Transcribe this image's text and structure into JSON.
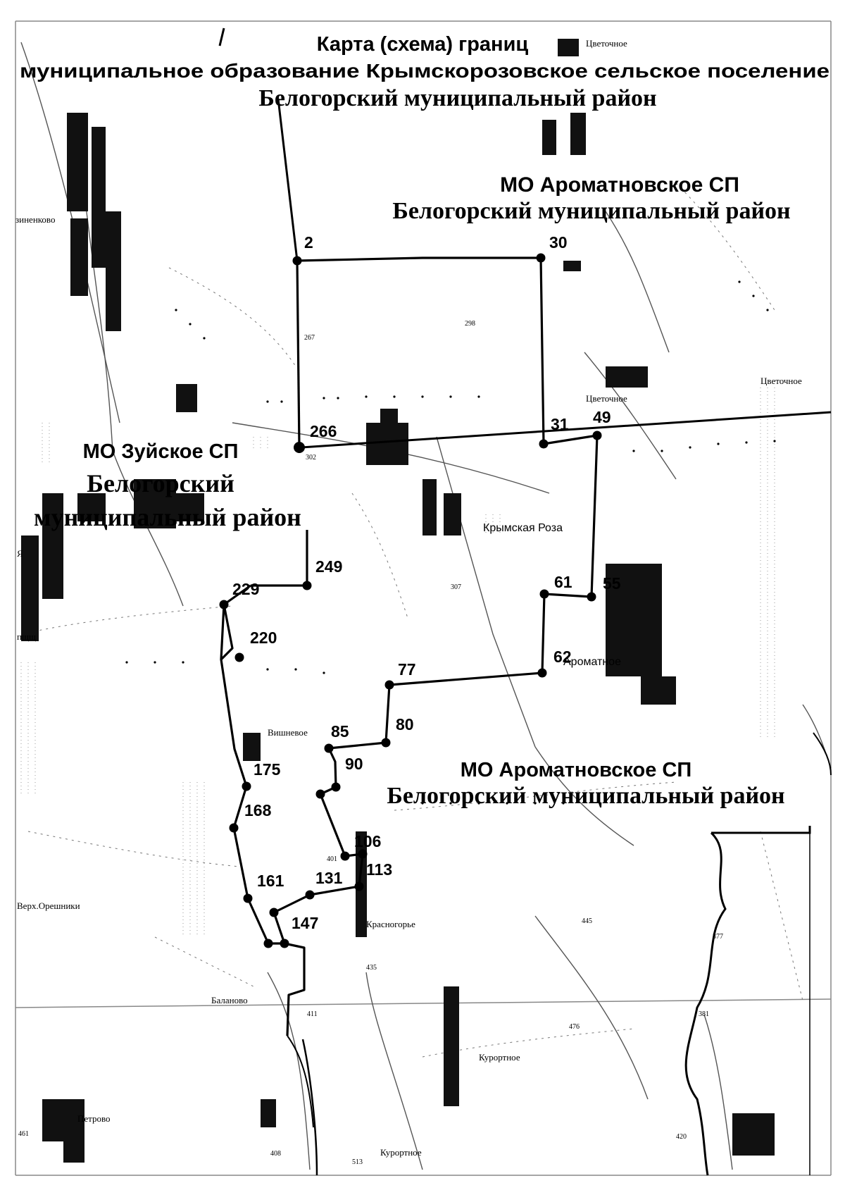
{
  "title": {
    "line1": "Карта (схема) границ",
    "line2": "муниципальное образование  Крымскорозовское сельское поселение",
    "line3": "Белогорский муниципальный район"
  },
  "neighbors": {
    "north_east": {
      "name": "МО Ароматновское СП",
      "district": "Белогорский муниципальный район"
    },
    "west": {
      "name": "МО Зуйское СП",
      "district_line1": "Белогорский",
      "district_line2": "муниципальный район"
    },
    "south_east": {
      "name": "МО Ароматновское СП",
      "district": "Белогорский муниципальный район"
    }
  },
  "boundary_points": [
    "2",
    "30",
    "31",
    "49",
    "55",
    "61",
    "62",
    "77",
    "80",
    "85",
    "90",
    "106",
    "113",
    "131",
    "147",
    "161",
    "168",
    "175",
    "220",
    "229",
    "249",
    "266"
  ],
  "places": {
    "krymskaya_roza": "Крымская Роза",
    "aromatnoe": "Ароматное",
    "tsvetochnoe_top": "Цветочное",
    "tsvetochnoe_mid": "Цветочное",
    "tsvetochnoe_right": "Цветочное",
    "zinenkovo": "зиненково",
    "vishnevoe": "Вишневое",
    "krasnogorye": "Красногорье",
    "verkh_oreshniki": "Верх.Орешники",
    "balanovo": "Баланово",
    "kurortnoe": "Курортное",
    "kurortnoe_small": "Курортное",
    "petrovo": "Петрово",
    "ya": "Я",
    "pshch": "пщщ"
  },
  "elevations": [
    "298",
    "267",
    "302",
    "307",
    "401",
    "445",
    "435",
    "411",
    "476",
    "377",
    "381",
    "408",
    "513",
    "420",
    "461"
  ],
  "colors": {
    "ink": "#000000",
    "paper": "#ffffff",
    "grid": "#888888",
    "road": "#555555"
  }
}
